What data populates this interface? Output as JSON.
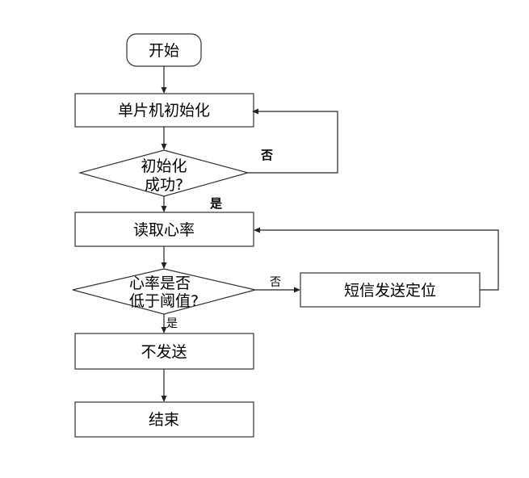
{
  "nodes": {
    "start": "开始",
    "init": "单片机初始化",
    "init_check_line1": "初始化",
    "init_check_line2": "成功?",
    "read": "读取心率",
    "threshold_check_line1": "心率是否",
    "threshold_check_line2": "低于阈值?",
    "sms": "短信发送定位",
    "no_send": "不发送",
    "end": "结束"
  },
  "edges": {
    "init_no": "否",
    "init_yes": "是",
    "threshold_no": "否",
    "threshold_yes": "是"
  },
  "colors": {
    "stroke": "#333333",
    "text": "#000000",
    "background": "#ffffff"
  }
}
